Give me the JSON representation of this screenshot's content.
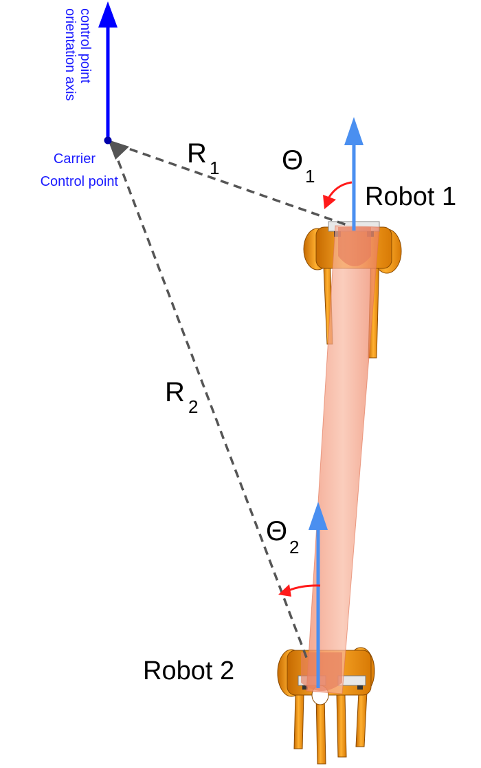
{
  "axis_label": {
    "line1": "control point",
    "line2": "orientation axis"
  },
  "carrier_label": {
    "line1": "Carrier",
    "line2": "Control point"
  },
  "r1": {
    "letter": "R",
    "sub": "1"
  },
  "r2": {
    "letter": "R",
    "sub": "2"
  },
  "theta1": {
    "letter": "Θ",
    "sub": "1"
  },
  "theta2": {
    "letter": "Θ",
    "sub": "2"
  },
  "robot1_label": "Robot 1",
  "robot2_label": "Robot 2",
  "colors": {
    "control_axis": "#0000ff",
    "robot_axis": "#4a8ff0",
    "rotation_arrow": "#ff1a1a",
    "dashed_line": "#555555",
    "carrier_beam": "#f4a58c",
    "robot_body": "#f39a12"
  }
}
